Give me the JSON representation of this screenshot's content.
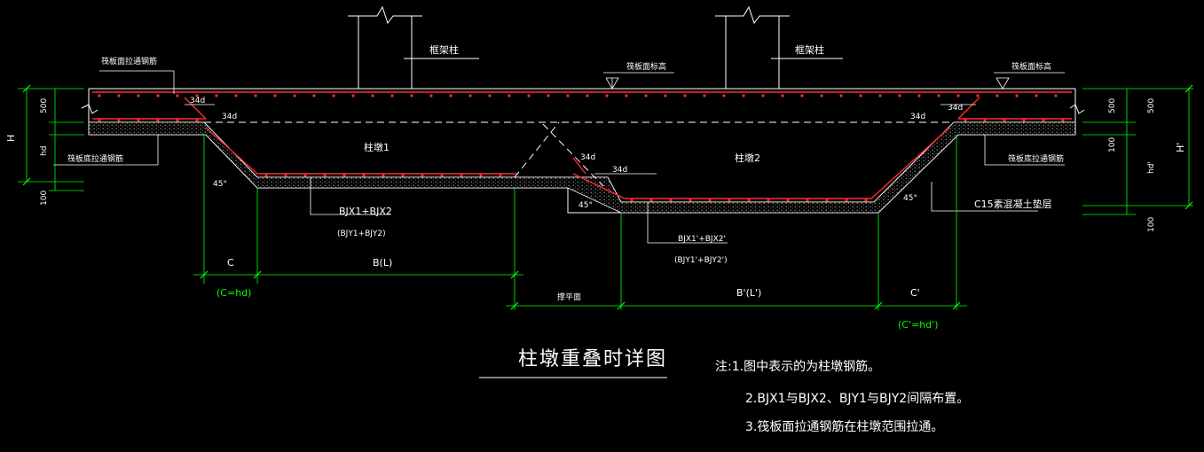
{
  "labels": {
    "frame_column": "框架柱",
    "raft_top_through_bar": "筏板面拉通钢筋",
    "raft_bottom_through_bar": "筏板底拉通钢筋",
    "raft_top_level": "筏板面标高",
    "pier1": "柱墩1",
    "pier2": "柱墩2",
    "anchor": "34d",
    "angle": "45°",
    "bars1": "BJX1+BJX2",
    "bars1_alt": "(BJY1+BJY2)",
    "bars2": "BJX1'+BJX2'",
    "bars2_alt": "(BJY1'+BJY2')",
    "cushion": "C15素混凝土垫层",
    "flat_face": "撑平面"
  },
  "dims": {
    "H": "H",
    "H2": "H'",
    "hd": "hd",
    "hd2": "hd'",
    "d500": "500",
    "d100": "100",
    "C": "C",
    "C_eq": "(C=hd)",
    "B": "B(L)",
    "B2": "B'(L')",
    "C2": "C'",
    "C2_eq": "(C'=hd')"
  },
  "title": "柱墩重叠时详图",
  "notes": [
    "注:1.图中表示的为柱墩钢筋。",
    "2.BJX1与BJX2、BJY1与BJY2间隔布置。",
    "3.筏板面拉通钢筋在柱墩范围拉通。"
  ],
  "colors": {
    "line": "#ffffff",
    "rebar": "#ff2a2a",
    "dim": "#00ff00",
    "hatch": "#bfbfbf"
  }
}
